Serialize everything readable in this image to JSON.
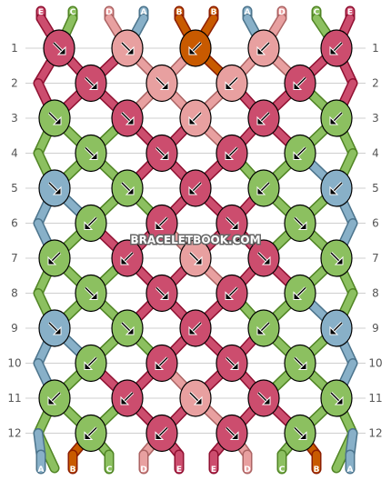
{
  "watermark": "BRACELETBOOK.COM",
  "colors": {
    "A": "#88b0c8",
    "B": "#c85a00",
    "C": "#8cc060",
    "D": "#e8a0a0",
    "E": "#cc4d6e"
  },
  "top_strands": [
    "E",
    "C",
    "D",
    "A",
    "B",
    "B",
    "A",
    "D",
    "C",
    "E"
  ],
  "bottom_strands": [
    "A",
    "B",
    "C",
    "D",
    "E",
    "E",
    "D",
    "C",
    "B",
    "A"
  ],
  "rows": [
    {
      "label": "1",
      "knots": [
        {
          "color": "E",
          "dir": "se"
        },
        {
          "color": "D",
          "dir": "se"
        },
        {
          "color": "B",
          "dir": "sw"
        },
        {
          "color": "D",
          "dir": "sw"
        },
        {
          "color": "E",
          "dir": "sw"
        }
      ]
    },
    {
      "label": "2",
      "knots": [
        {
          "color": "E",
          "dir": "se"
        },
        {
          "color": "D",
          "dir": "se"
        },
        {
          "color": "D",
          "dir": "sw"
        },
        {
          "color": "E",
          "dir": "sw"
        }
      ]
    },
    {
      "label": "3",
      "knots": [
        {
          "color": "C",
          "dir": "se"
        },
        {
          "color": "E",
          "dir": "se"
        },
        {
          "color": "D",
          "dir": "sw"
        },
        {
          "color": "E",
          "dir": "sw"
        },
        {
          "color": "C",
          "dir": "sw"
        }
      ]
    },
    {
      "label": "4",
      "knots": [
        {
          "color": "C",
          "dir": "se"
        },
        {
          "color": "E",
          "dir": "se"
        },
        {
          "color": "E",
          "dir": "sw"
        },
        {
          "color": "C",
          "dir": "sw"
        }
      ]
    },
    {
      "label": "5",
      "knots": [
        {
          "color": "A",
          "dir": "se-l"
        },
        {
          "color": "C",
          "dir": "se"
        },
        {
          "color": "E",
          "dir": "sw"
        },
        {
          "color": "C",
          "dir": "sw"
        },
        {
          "color": "A",
          "dir": "sw-r"
        }
      ]
    },
    {
      "label": "6",
      "knots": [
        {
          "color": "C",
          "dir": "sw"
        },
        {
          "color": "E",
          "dir": "sw"
        },
        {
          "color": "E",
          "dir": "se"
        },
        {
          "color": "C",
          "dir": "se"
        }
      ]
    },
    {
      "label": "7",
      "knots": [
        {
          "color": "C",
          "dir": "sw"
        },
        {
          "color": "E",
          "dir": "sw"
        },
        {
          "color": "D",
          "dir": "se"
        },
        {
          "color": "E",
          "dir": "se"
        },
        {
          "color": "C",
          "dir": "se"
        }
      ]
    },
    {
      "label": "8",
      "knots": [
        {
          "color": "C",
          "dir": "se"
        },
        {
          "color": "E",
          "dir": "se"
        },
        {
          "color": "E",
          "dir": "sw"
        },
        {
          "color": "C",
          "dir": "sw"
        }
      ]
    },
    {
      "label": "9",
      "knots": [
        {
          "color": "A",
          "dir": "se-l"
        },
        {
          "color": "C",
          "dir": "se"
        },
        {
          "color": "E",
          "dir": "sw"
        },
        {
          "color": "C",
          "dir": "sw"
        },
        {
          "color": "A",
          "dir": "sw-r"
        }
      ]
    },
    {
      "label": "10",
      "knots": [
        {
          "color": "C",
          "dir": "sw"
        },
        {
          "color": "E",
          "dir": "sw"
        },
        {
          "color": "E",
          "dir": "se"
        },
        {
          "color": "C",
          "dir": "se"
        }
      ]
    },
    {
      "label": "11",
      "knots": [
        {
          "color": "C",
          "dir": "sw"
        },
        {
          "color": "E",
          "dir": "sw"
        },
        {
          "color": "D",
          "dir": "se"
        },
        {
          "color": "E",
          "dir": "se"
        },
        {
          "color": "C",
          "dir": "se"
        }
      ]
    },
    {
      "label": "12",
      "knots": [
        {
          "color": "C",
          "dir": "sw"
        },
        {
          "color": "E",
          "dir": "sw"
        },
        {
          "color": "E",
          "dir": "se"
        },
        {
          "color": "C",
          "dir": "se"
        }
      ]
    }
  ]
}
